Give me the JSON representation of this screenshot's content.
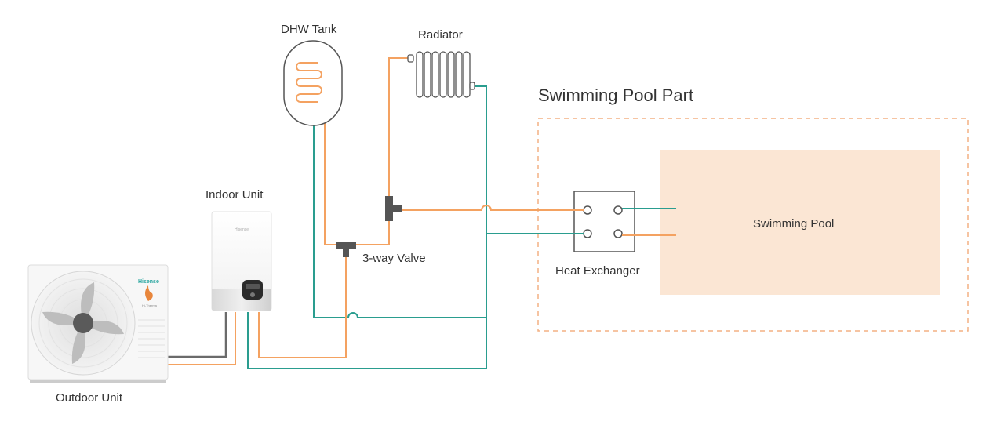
{
  "labels": {
    "dhw_tank": "DHW Tank",
    "radiator": "Radiator",
    "section_title": "Swimming Pool Part",
    "indoor_unit": "Indoor Unit",
    "three_way_valve": "3-way Valve",
    "heat_exchanger": "Heat Exchanger",
    "swimming_pool": "Swimming Pool",
    "outdoor_unit": "Outdoor Unit"
  },
  "branding": {
    "outdoor_brand": "Hisense",
    "outdoor_sub": "Hi-Therma",
    "indoor_brand": "Hisense"
  },
  "colors": {
    "hot_pipe": "#F4A261",
    "return_pipe": "#2A9D8F",
    "refrigerant_pipe": "#6B6B6B",
    "pool_fill": "#FBE6D4",
    "dashed_border": "#F4B183",
    "outline": "#555555"
  }
}
